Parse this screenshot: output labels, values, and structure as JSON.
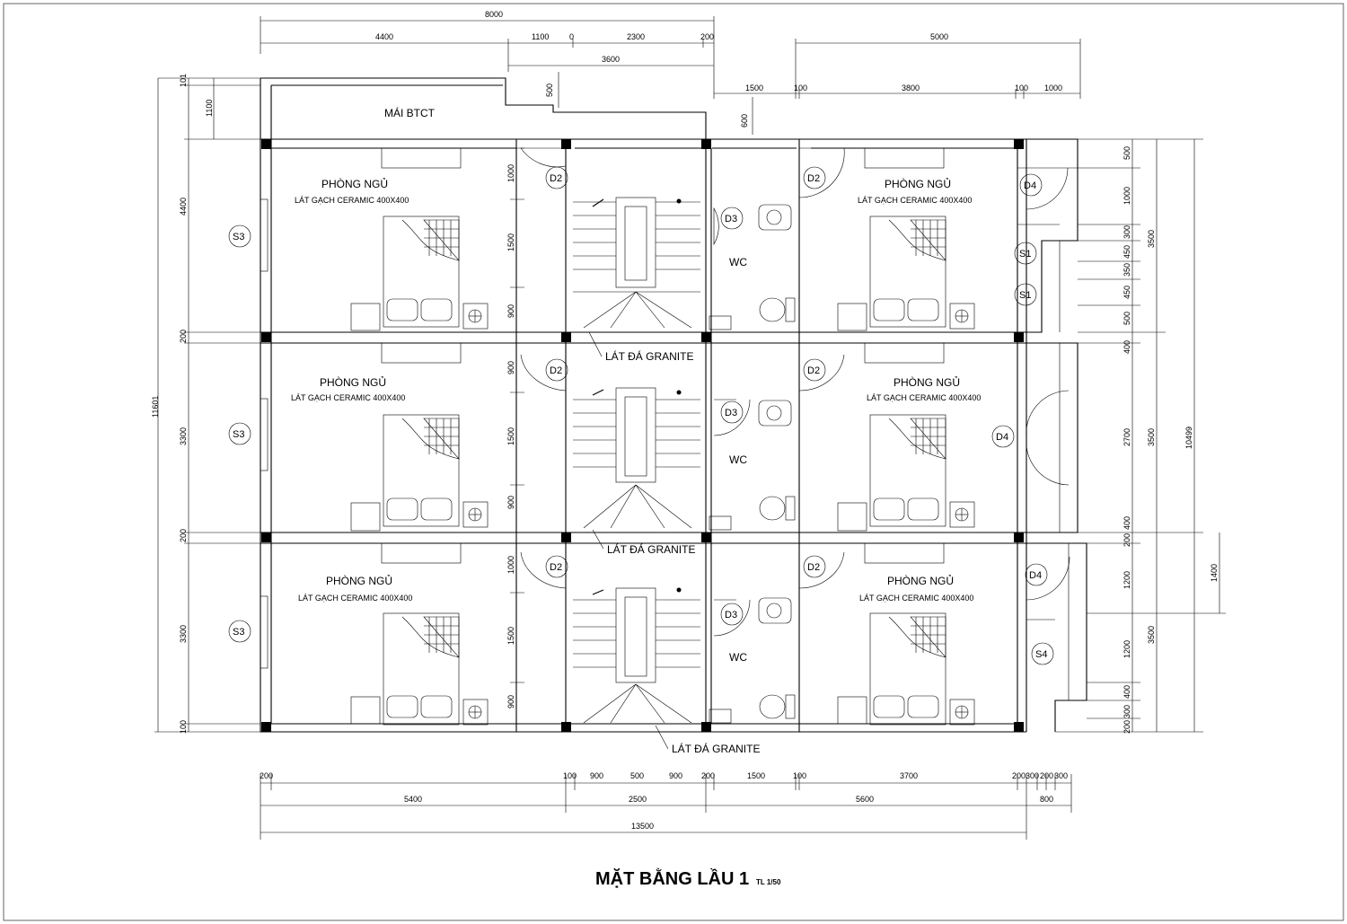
{
  "title": "MẶT BẰNG LẦU 1",
  "scale": "TL 1/50",
  "roof_label": "MÁI BTCT",
  "room_label": "PHÒNG NGỦ",
  "floor_finish": "LÁT GẠCH CERAMIC 400X400",
  "wc_label": "WC",
  "granite_label": "LÁT ĐÁ GRANITE",
  "tags": {
    "d2": "D2",
    "d3": "D3",
    "d4": "D4",
    "s1": "S1",
    "s3": "S3",
    "s4": "S4"
  },
  "dims": {
    "top_total": "8000",
    "top_a": "4400",
    "top_b": "1100",
    "top_c": "0",
    "top_d": "2300",
    "top_e": "200",
    "top_f": "3600",
    "top_g": "5000",
    "top_h": "1500",
    "top_i": "100",
    "top_j": "3800",
    "top_k": "100",
    "top_l": "1000",
    "roof_500": "500",
    "roof_600": "600",
    "left_101": "101",
    "left_1100": "1100",
    "left_4400": "4400",
    "left_200a": "200",
    "left_3300a": "3300",
    "left_200b": "200",
    "left_3300b": "3300",
    "left_100": "100",
    "left_total": "11601",
    "stair_1000a": "1000",
    "stair_1500a": "1500",
    "stair_900a": "900",
    "stair_900b": "900",
    "stair_1500b": "1500",
    "stair_900c": "900",
    "stair_1000b": "1000",
    "stair_1500c": "1500",
    "stair_900d": "900",
    "right_500a": "500",
    "right_1000": "1000",
    "right_300": "300",
    "right_450a": "450",
    "right_350": "350",
    "right_450b": "450",
    "right_500b": "500",
    "right_400a": "400",
    "right_2700": "2700",
    "right_400b": "400",
    "right_200a": "200",
    "right_1200a": "1200",
    "right_1200b": "1200",
    "right_400c": "400",
    "right_200b": "200",
    "right_3500a": "3500",
    "right_3500b": "3500",
    "right_3500c": "3500",
    "right_10499": "10499",
    "right_1400": "1400",
    "bot_200": "200",
    "bot_100a": "100",
    "bot_900a": "900",
    "bot_500": "500",
    "bot_900b": "900",
    "bot_200b": "200",
    "bot_1500": "1500",
    "bot_100b": "100",
    "bot_3700": "3700",
    "bot_200c": "200",
    "bot_300a": "300",
    "bot_200d": "200",
    "bot_300b": "300",
    "bot_5400": "5400",
    "bot_2500": "2500",
    "bot_5600": "5600",
    "bot_800": "800",
    "bot_total": "13500"
  }
}
